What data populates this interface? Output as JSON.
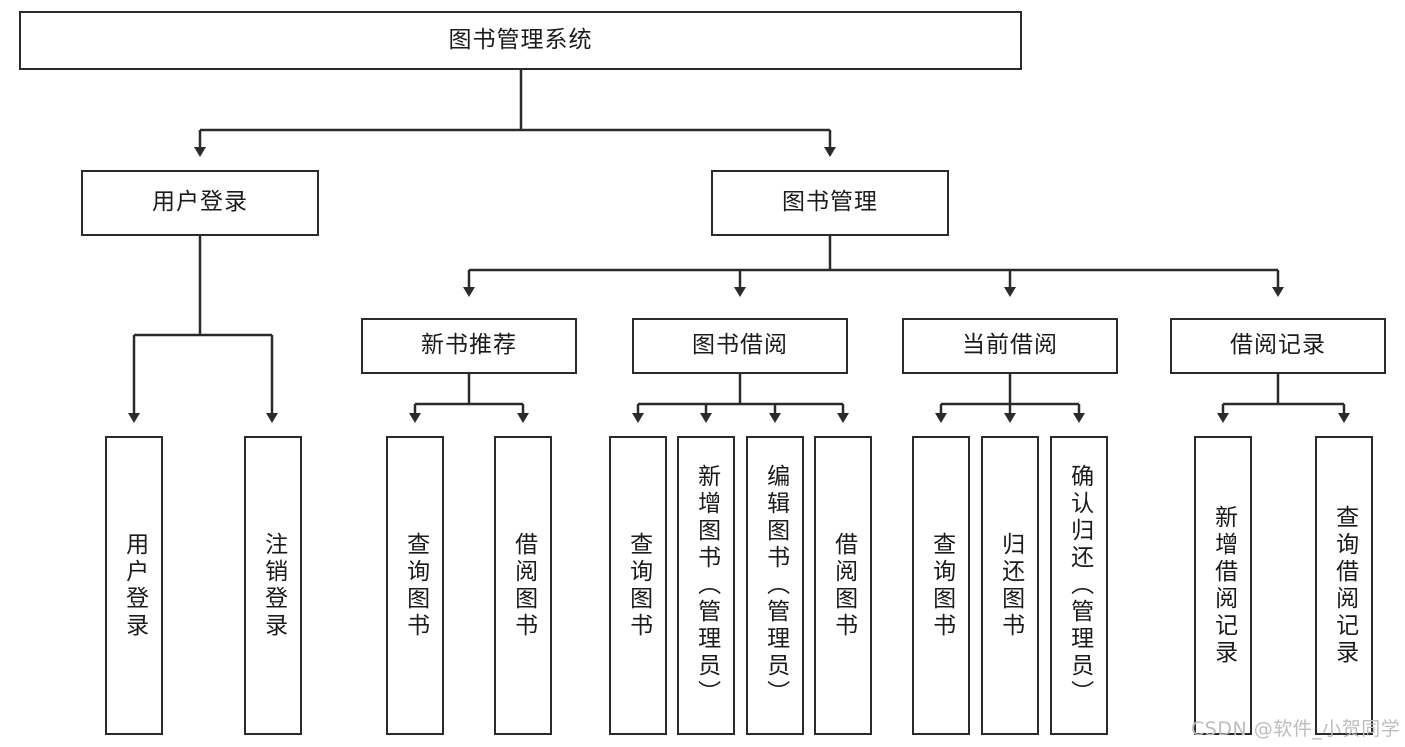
{
  "diagram": {
    "title": "图书管理系统",
    "watermark": "CSDN @软件_小贺同学",
    "colors": {
      "stroke": "#2b2b2b",
      "fill": "#ffffff",
      "text": "#1b1b1b",
      "watermark": "#bdbdbd"
    },
    "root": {
      "label": "图书管理系统"
    },
    "level2": [
      {
        "label": "用户登录"
      },
      {
        "label": "图书管理"
      }
    ],
    "level3": [
      {
        "label": "新书推荐"
      },
      {
        "label": "图书借阅"
      },
      {
        "label": "当前借阅"
      },
      {
        "label": "借阅记录"
      }
    ],
    "leaves": {
      "user_login": [
        {
          "label": "用户登录"
        },
        {
          "label": "注销登录"
        }
      ],
      "new_book": [
        {
          "label": "查询图书"
        },
        {
          "label": "借阅图书"
        }
      ],
      "book_borrow": [
        {
          "label": "查询图书"
        },
        {
          "label": "新增图书（管理员）"
        },
        {
          "label": "编辑图书（管理员）"
        },
        {
          "label": "借阅图书"
        }
      ],
      "current_borrow": [
        {
          "label": "查询图书"
        },
        {
          "label": "归还图书"
        },
        {
          "label": "确认归还（管理员）"
        }
      ],
      "borrow_record": [
        {
          "label": "新增借阅记录"
        },
        {
          "label": "查询借阅记录"
        }
      ]
    }
  }
}
